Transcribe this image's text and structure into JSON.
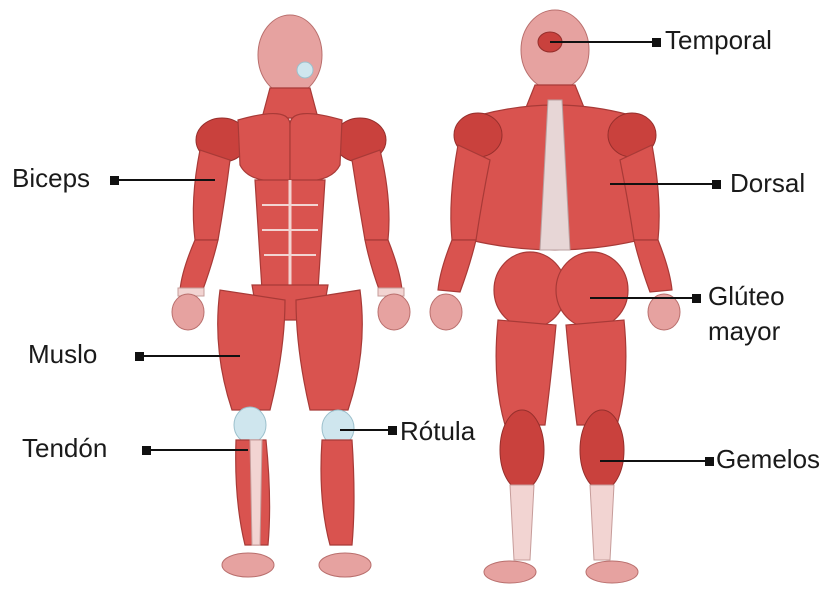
{
  "labels": {
    "biceps": "Biceps",
    "muslo": "Muslo",
    "tendon": "Tendón",
    "rotula": "Rótula",
    "temporal": "Temporal",
    "dorsal": "Dorsal",
    "gluteo": "Glúteo",
    "gluteo_line2": "mayor",
    "gemelos": "Gemelos"
  },
  "colors": {
    "muscle": "#d9534f",
    "tendon": "#f2d4d2",
    "knee_cartilage": "#cfe6ee",
    "leader_line": "#111111"
  },
  "figures": [
    "front-muscular-figure",
    "back-muscular-figure"
  ]
}
